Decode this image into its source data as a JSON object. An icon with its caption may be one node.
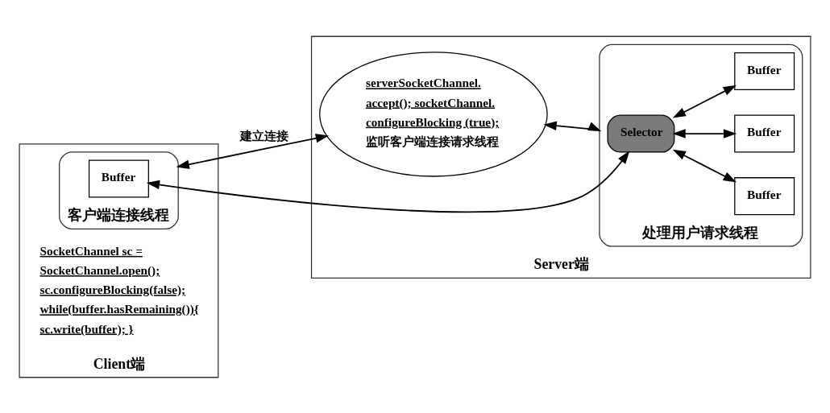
{
  "diagram": {
    "nodes": [
      {
        "text": [
          "Client端"
        ]
      },
      {
        "text": [
          "客户端连接线程"
        ],
        "in": 0
      },
      {
        "text": [
          "Buffer"
        ],
        "in": 1
      },
      {
        "text": [
          "SocketChannel sc = SocketChannel.open(); sc.configureBlocking(false); while(buffer.hasRemaining()){ sc.write(buffer); }"
        ],
        "in": 0
      },
      {
        "text": [
          "Server端"
        ]
      },
      {
        "text": [
          "处理用户请求线程"
        ],
        "in": 4
      },
      {
        "text": [
          "Selector"
        ],
        "in": 5
      },
      {
        "text": [
          "Buffer"
        ],
        "in": 5
      },
      {
        "text": [
          "Buffer"
        ],
        "in": 5
      },
      {
        "text": [
          "Buffer"
        ],
        "in": 5
      },
      {
        "text": [
          "serverSocketChannel. accept(); socketChannel. configureBlocking (true);",
          "监听客户端连接请求线程"
        ],
        "in": 4
      }
    ],
    "edges": [
      {
        "from": 2,
        "to": 6,
        "arrow": "both"
      },
      {
        "from": 1,
        "to": 10,
        "arrow": "both",
        "label": "建立连接"
      },
      {
        "from": 10,
        "to": 5,
        "arrow": "both"
      },
      {
        "from": 6,
        "to": 7,
        "arrow": "both"
      },
      {
        "from": 6,
        "to": 8,
        "arrow": "both"
      },
      {
        "from": 6,
        "to": 9,
        "arrow": "both"
      }
    ]
  }
}
